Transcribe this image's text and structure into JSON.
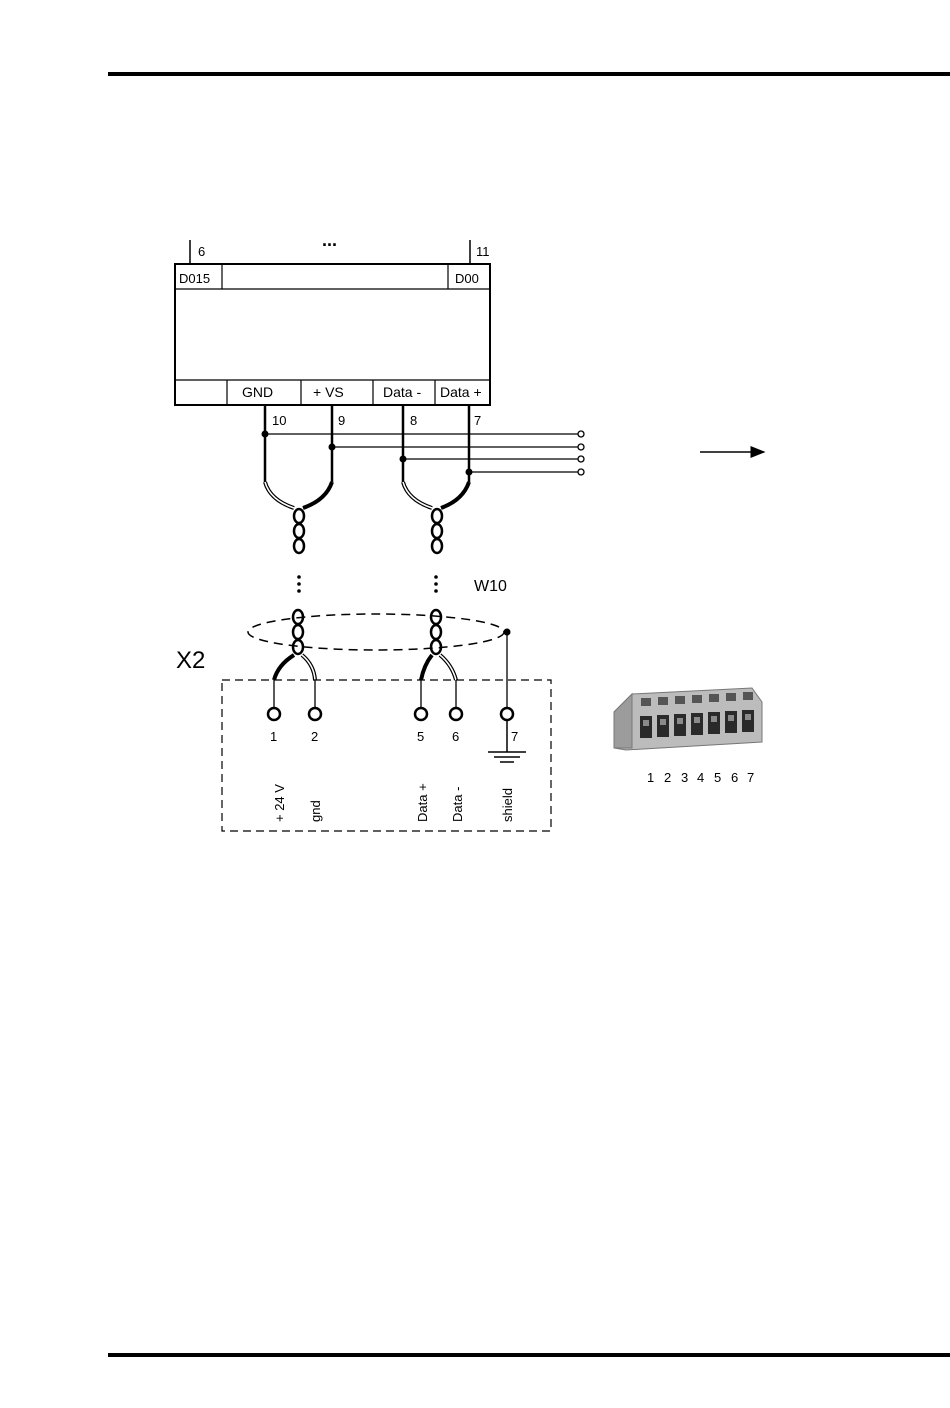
{
  "module": {
    "pin_left": "6",
    "pin_right": "11",
    "ellipsis": "...",
    "label_left": "D015",
    "label_right": "D00",
    "terminals": [
      "GND",
      "+ VS",
      "Data -",
      "Data +"
    ],
    "pin_numbers": [
      "10",
      "9",
      "8",
      "7"
    ]
  },
  "cable_label": "W10",
  "connector_label": "X2",
  "connector_pins": [
    {
      "number": "1",
      "signal": "+ 24 V"
    },
    {
      "number": "2",
      "signal": "gnd"
    },
    {
      "number": "5",
      "signal": "Data +"
    },
    {
      "number": "6",
      "signal": "Data -"
    },
    {
      "number": "7",
      "signal": "shield"
    }
  ],
  "terminal_block_numbers": [
    "1",
    "2",
    "3",
    "4",
    "5",
    "6",
    "7"
  ]
}
